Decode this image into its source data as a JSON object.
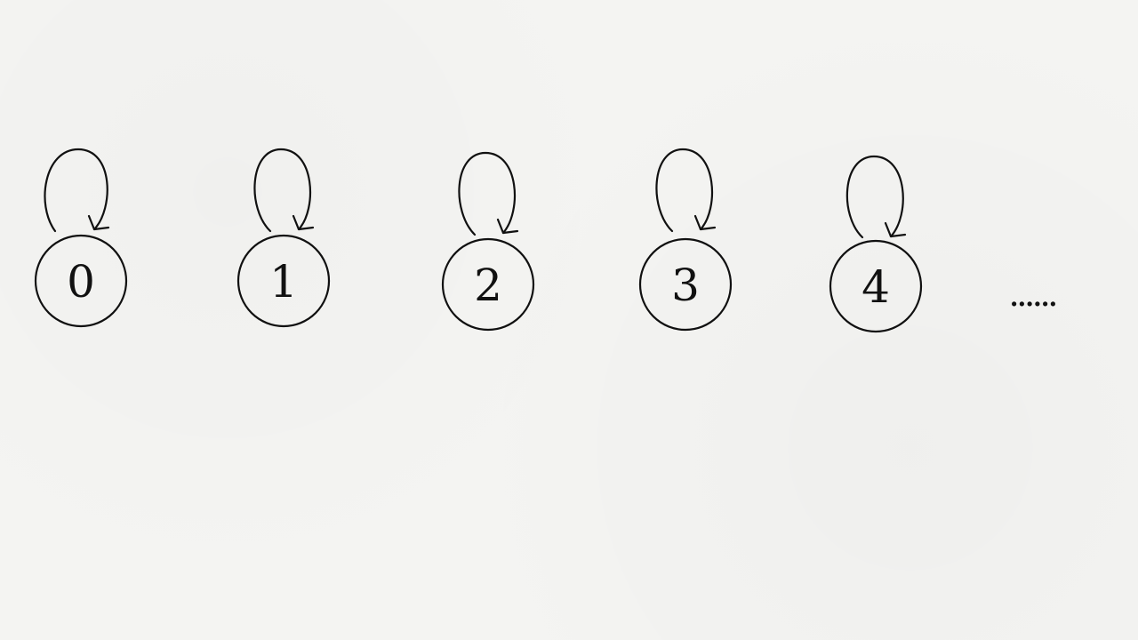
{
  "diagram": {
    "nodes": [
      {
        "label": "0"
      },
      {
        "label": "1"
      },
      {
        "label": "2"
      },
      {
        "label": "3"
      },
      {
        "label": "4"
      }
    ],
    "continuation": "......"
  },
  "colors": {
    "background": "#f4f4f2",
    "stroke": "#111111"
  }
}
